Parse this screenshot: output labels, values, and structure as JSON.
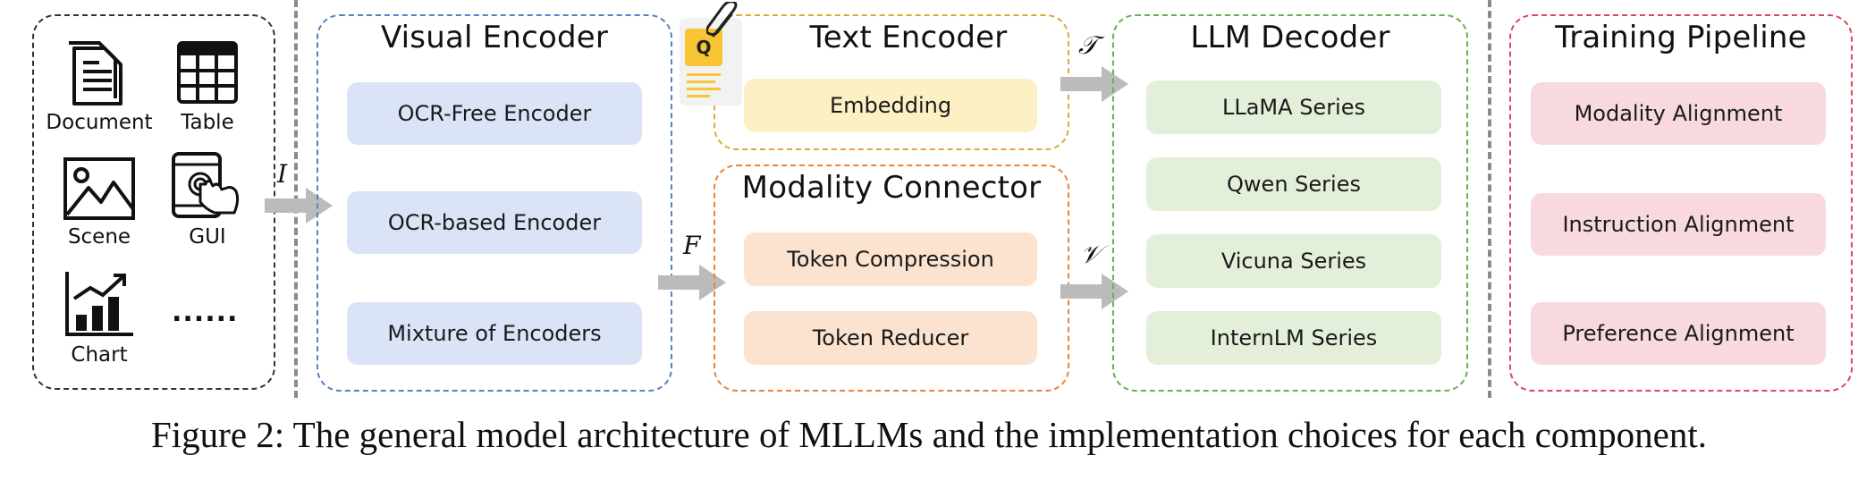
{
  "inputs": {
    "document": "Document",
    "table": "Table",
    "scene": "Scene",
    "gui": "GUI",
    "chart": "Chart",
    "more": "......"
  },
  "visual_encoder": {
    "title": "Visual Encoder",
    "items": [
      "OCR-Free Encoder",
      "OCR-based Encoder",
      "Mixture of Encoders"
    ]
  },
  "text_encoder": {
    "title": "Text Encoder",
    "items": [
      "Embedding"
    ],
    "query_icon_letter": "Q"
  },
  "modality_connector": {
    "title": "Modality Connector",
    "items": [
      "Token Compression",
      "Token Reducer"
    ]
  },
  "llm_decoder": {
    "title": "LLM Decoder",
    "items": [
      "LLaMA Series",
      "Qwen Series",
      "Vicuna Series",
      "InternLM Series"
    ]
  },
  "training_pipeline": {
    "title": "Training Pipeline",
    "items": [
      "Modality Alignment",
      "Instruction Alignment",
      "Preference Alignment"
    ]
  },
  "symbols": {
    "image": "I",
    "features": "F",
    "text_tokens": "𝒯",
    "visual_tokens": "𝒱"
  },
  "caption": "Figure 2: The general model architecture of MLLMs and the implementation choices for each component.",
  "colors": {
    "input_border": "#333333",
    "visual_border": "#5b7fc4",
    "text_border": "#e0a83a",
    "connector_border": "#e8843a",
    "llm_border": "#6ab04c",
    "training_border": "#e0455a",
    "arrow": "#bbbbbb",
    "separator": "#8a8a8a"
  }
}
